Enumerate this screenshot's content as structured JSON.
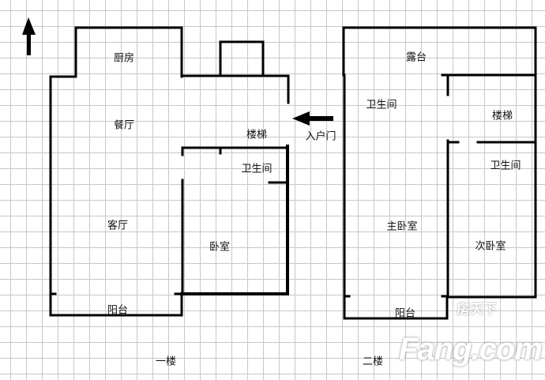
{
  "floor1": {
    "title": "一楼",
    "rooms": {
      "kitchen": "厨房",
      "dining": "餐厅",
      "stairs": "楼梯",
      "bathroom": "卫生间",
      "living": "客厅",
      "bedroom": "卧室",
      "balcony": "阳台"
    },
    "entrance": "入户门"
  },
  "floor2": {
    "title": "二楼",
    "rooms": {
      "terrace": "露台",
      "bathroom1": "卫生间",
      "stairs": "楼梯",
      "bathroom2": "卫生间",
      "master_bedroom": "主卧室",
      "second_bedroom": "次卧室",
      "balcony": "阳台"
    }
  },
  "watermark": {
    "brand": "Fang.com",
    "cn": "房天下"
  },
  "icons": {
    "north": "north-arrow-icon",
    "entrance": "entrance-arrow-icon"
  }
}
